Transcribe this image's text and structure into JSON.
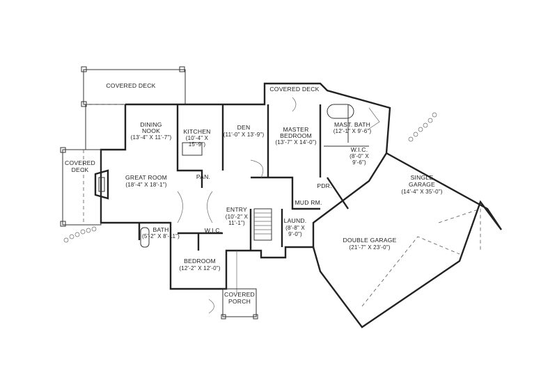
{
  "rooms": {
    "covered_deck_top": {
      "name": "COVERED DECK"
    },
    "covered_deck_left": {
      "name_line1": "COVERED",
      "name_line2": "DECK"
    },
    "dining_nook": {
      "name_line1": "DINING",
      "name_line2": "NOOK",
      "size": "(13'-4\" X 11'-7\")"
    },
    "kitchen": {
      "name": "KITCHEN",
      "size_line1": "(10'-4\" X",
      "size_line2": "15'-9\")"
    },
    "pan": {
      "name": "PAN."
    },
    "den": {
      "name": "DEN",
      "size": "(11'-0\" X 13'-9\")"
    },
    "master_bedroom": {
      "name_line1": "MASTER",
      "name_line2": "BEDROOM",
      "size": "(13'-7\" X 14'-0\")"
    },
    "covered_deck_master": {
      "name": "COVERED DECK"
    },
    "mast_bath": {
      "name": "MAST. BATH",
      "size": "(12'-1\" X 9'-6\")"
    },
    "wic_master": {
      "name": "W.I.C.",
      "size_line1": "(8'-0\" X",
      "size_line2": "9'-6\")"
    },
    "great_room": {
      "name": "GREAT ROOM",
      "size": "(18'-4\" X 18'-1\")"
    },
    "single_garage": {
      "name_line1": "SINGLE",
      "name_line2": "GARAGE",
      "size": "(14'-4\" X 35'-0\")"
    },
    "pdr": {
      "name": "PDR."
    },
    "mud_rm": {
      "name": "MUD RM."
    },
    "entry": {
      "name": "ENTRY",
      "size_line1": "(10'-2\" X",
      "size_line2": "11'-1\")"
    },
    "laund": {
      "name": "LAUND.",
      "size_line1": "(8'-8\" X",
      "size_line2": "9'-0\")"
    },
    "double_garage": {
      "name": "DOUBLE GARAGE",
      "size": "(21'-7\" X 23'-0\")"
    },
    "bath": {
      "name": "BATH",
      "size": "(5'-2\" X 8'-11\")"
    },
    "wic_bedroom": {
      "name": "W.I.C."
    },
    "bedroom": {
      "name": "BEDROOM",
      "size": "(12'-2\" X 12'-0\")"
    },
    "covered_porch": {
      "name_line1": "COVERED",
      "name_line2": "PORCH"
    }
  },
  "colors": {
    "line": "#222222",
    "background": "#ffffff"
  }
}
